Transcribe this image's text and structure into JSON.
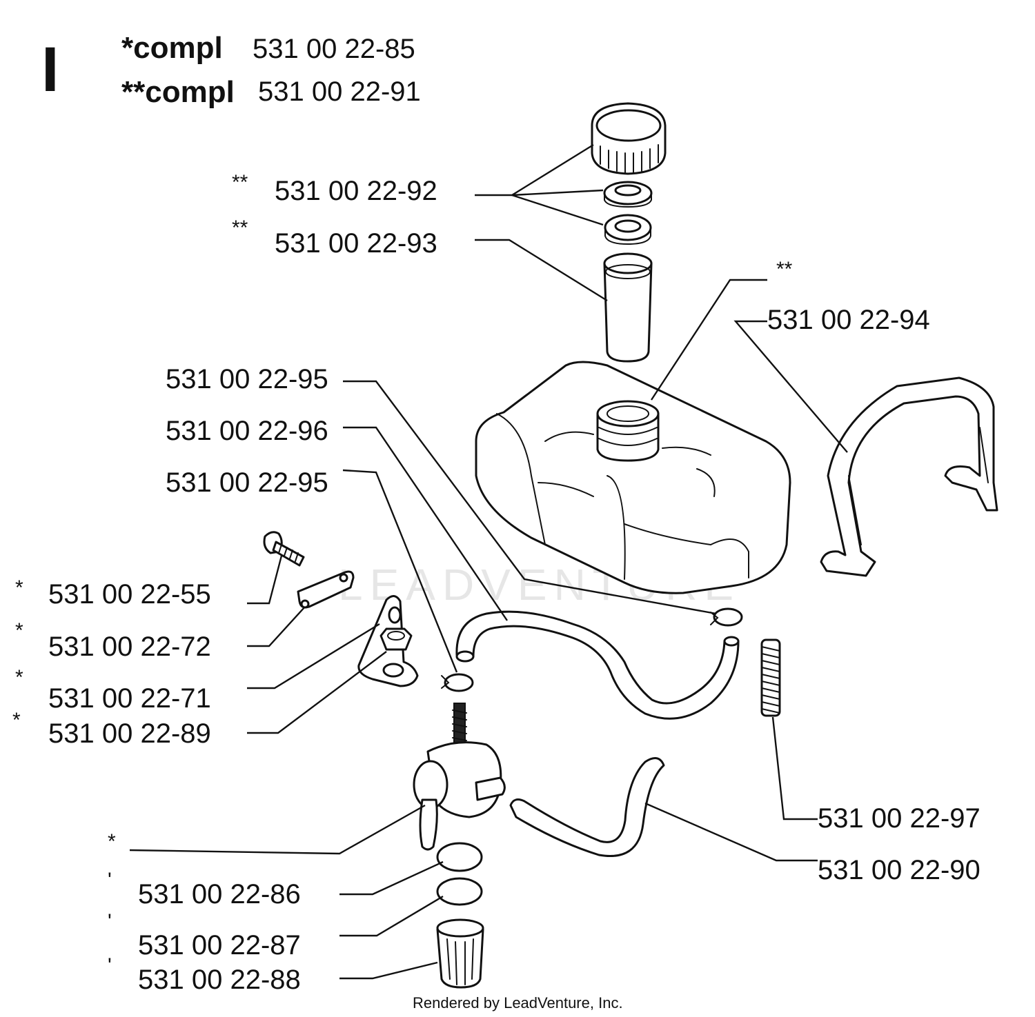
{
  "section": "I",
  "header": {
    "compl1_label": "*compl",
    "compl1_number": "531 00 22-85",
    "compl2_label": "**compl",
    "compl2_number": "531 00 22-91"
  },
  "markers": {
    "double_star": "**",
    "single_star": "*",
    "tick": "'"
  },
  "parts": [
    {
      "id": "p92",
      "number": "531 00 22-92",
      "mark": "**"
    },
    {
      "id": "p93",
      "number": "531 00 22-93",
      "mark": "**"
    },
    {
      "id": "p94",
      "number": "531 00 22-94",
      "mark": ""
    },
    {
      "id": "p95a",
      "number": "531 00 22-95",
      "mark": ""
    },
    {
      "id": "p96",
      "number": "531 00 22-96",
      "mark": ""
    },
    {
      "id": "p95b",
      "number": "531 00 22-95",
      "mark": ""
    },
    {
      "id": "p55",
      "number": "531 00 22-55",
      "mark": "*"
    },
    {
      "id": "p72",
      "number": "531 00 22-72",
      "mark": "*"
    },
    {
      "id": "p71",
      "number": "531 00 22-71",
      "mark": "*"
    },
    {
      "id": "p89",
      "number": "531 00 22-89",
      "mark": "*"
    },
    {
      "id": "p97",
      "number": "531 00 22-97",
      "mark": ""
    },
    {
      "id": "p90",
      "number": "531 00 22-90",
      "mark": ""
    },
    {
      "id": "p86",
      "number": "531 00 22-86",
      "mark": "'"
    },
    {
      "id": "p87",
      "number": "531 00 22-87",
      "mark": "'"
    },
    {
      "id": "p88",
      "number": "531 00 22-88",
      "mark": "'"
    }
  ],
  "watermark": "LEADVENTURE",
  "footer": "Rendered by LeadVenture, Inc."
}
